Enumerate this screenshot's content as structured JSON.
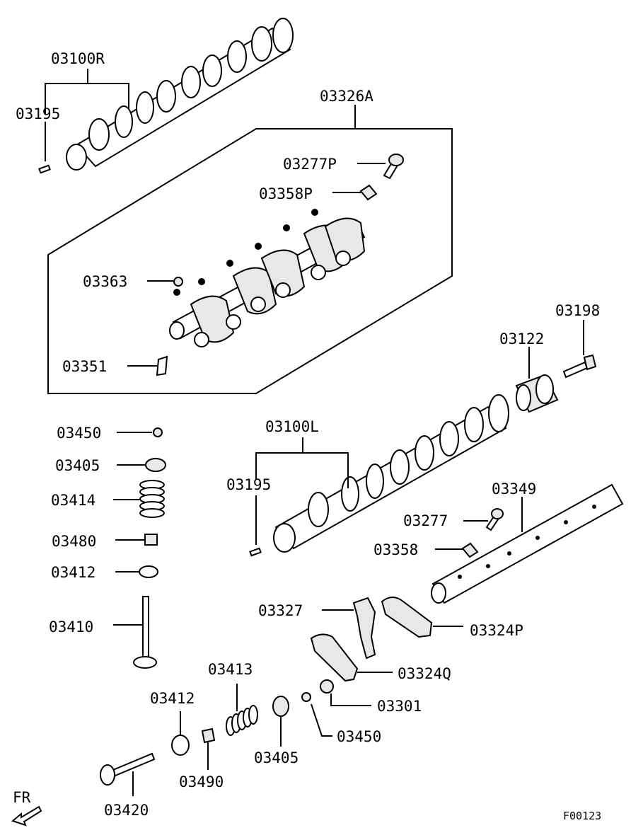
{
  "labels": {
    "p03100R": "03100R",
    "p03195_top": "03195",
    "p03326A": "03326A",
    "p03277P": "03277P",
    "p03358P": "03358P",
    "p03363": "03363",
    "p03351": "03351",
    "p03198": "03198",
    "p03122": "03122",
    "p03100L": "03100L",
    "p03195_mid": "03195",
    "p03349": "03349",
    "p03277": "03277",
    "p03358": "03358",
    "p03450_left": "03450",
    "p03405_left": "03405",
    "p03414": "03414",
    "p03480": "03480",
    "p03412_left": "03412",
    "p03410": "03410",
    "p03327": "03327",
    "p03324P": "03324P",
    "p03324Q": "03324Q",
    "p03413": "03413",
    "p03301": "03301",
    "p03412_bottom": "03412",
    "p03405_bottom": "03405",
    "p03450_bottom": "03450",
    "p03490": "03490",
    "p03420": "03420"
  },
  "front_marker": "FR",
  "figure_code": "F00123"
}
